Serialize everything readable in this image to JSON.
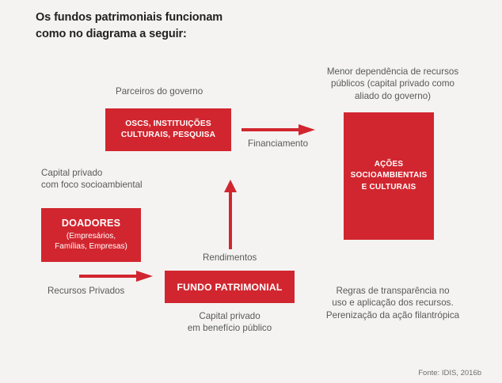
{
  "title": {
    "line1": "Os fundos patrimoniais funcionam",
    "line2": "como no diagrama a seguir:"
  },
  "colors": {
    "red": "#d1262f",
    "background": "#f4f3f1",
    "label_gray": "#58595b",
    "title_black": "#231f20"
  },
  "boxes": {
    "oscs": {
      "title": "OSCS, INSTITUIÇÕES CULTURAIS, PESQUISA",
      "caption": "Parceiros do governo"
    },
    "doadores": {
      "title": "DOADORES",
      "sub_line1": "(Empresários,",
      "sub_line2": "Famílias, Empresas)",
      "caption_line1": "Capital privado",
      "caption_line2": "com foco socioambiental"
    },
    "fundo": {
      "title": "FUNDO PATRIMONIAL",
      "caption_line1": "Capital privado",
      "caption_line2": "em benefício público"
    },
    "acoes": {
      "title_line1": "AÇÕES",
      "title_line2": "SOCIOAMBIENTAIS",
      "title_line3": "E CULTURAIS",
      "caption_line1": "Menor dependência de recursos",
      "caption_line2": "públicos (capital privado como",
      "caption_line3": "aliado do governo)",
      "note_line1": "Regras de transparência no",
      "note_line2": "uso e aplicação dos recursos.",
      "note_line3": "Perenização da ação filantrópica"
    }
  },
  "arrows": {
    "financiamento": "Financiamento",
    "recursos_privados": "Recursos Privados",
    "rendimentos": "Rendimentos"
  },
  "source": "Fonte: IDIS, 2016b"
}
